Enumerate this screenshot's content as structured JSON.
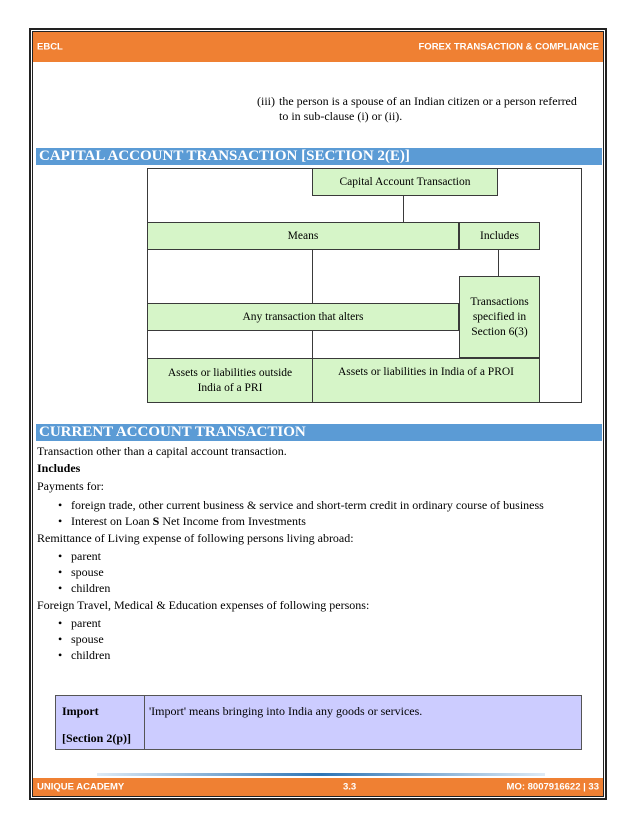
{
  "header": {
    "left": "EBCL",
    "right": "FOREX TRANSACTION & COMPLIANCE"
  },
  "clause_iii": {
    "marker": "(iii)",
    "line1": "the person is a spouse of an Indian citizen or a person referred",
    "line2": "to in sub-clause (i) or (ii)."
  },
  "capital_section": {
    "title": "CAPITAL ACCOUNT TRANSACTION [SECTION 2(E)]",
    "diagram": {
      "root": "Capital Account Transaction",
      "means": "Means",
      "includes": "Includes",
      "transactions_specified": "Transactions specified in Section 6(3)",
      "any_transaction": "Any transaction that alters",
      "assets_pri": "Assets or liabilities outside India of a PRI",
      "assets_proi": "Assets or liabilities in India of a PROI"
    }
  },
  "current_section": {
    "title": "CURRENT ACCOUNT TRANSACTION",
    "intro": "Transaction other than a capital account transaction.",
    "includes_label": "Includes",
    "payments_for": "Payments for:",
    "payments_items": [
      "foreign trade, other current business & service and short-term credit in ordinary course of business",
      "Interest on Loan S Net Income from Investments"
    ],
    "remittance_label": "Remittance of Living expense of following persons living abroad:",
    "remittance_items": [
      "parent",
      "spouse",
      "children"
    ],
    "travel_label": "Foreign Travel, Medical & Education expenses of following persons:",
    "travel_items": [
      "parent",
      "spouse",
      "children"
    ]
  },
  "import_table": {
    "term": "Import",
    "section_ref": "[Section 2(p)]",
    "definition": "'Import' means bringing into India any goods or services."
  },
  "footer": {
    "left": "UNIQUE ACADEMY",
    "center": "3.3",
    "right": "MO: 8007916622 | 33"
  }
}
